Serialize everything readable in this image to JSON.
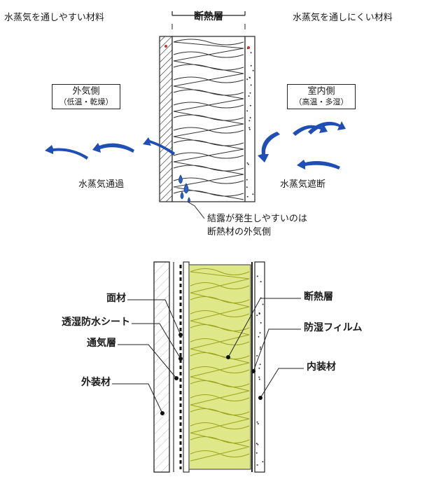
{
  "top": {
    "left_title": "水蒸気を通しやすい材料",
    "center_title": "断熱層",
    "right_title": "水蒸気を通しにくい材料"
  },
  "outside_box": {
    "title": "外気側",
    "subtitle": "（低温・乾燥）"
  },
  "inside_box": {
    "title": "室内側",
    "subtitle": "（高温・多湿）"
  },
  "vapor_pass_label": "水蒸気通過",
  "vapor_block_label": "水蒸気遮断",
  "condensation_note": {
    "line1": "結露が発生しやすいのは",
    "line2": "断熱材の外気側"
  },
  "lower_left_labels": [
    "面材",
    "透湿防水シート",
    "通気層",
    "外装材"
  ],
  "lower_right_labels": [
    "断熱層",
    "防湿フィルム",
    "内装材"
  ],
  "colors": {
    "ink": "#1a1a1a",
    "arrow_blue": "#1f4fb5",
    "insulation_fill": "#dfe889",
    "insulation_line": "#9aa41e"
  },
  "icons": [
    "vapor-arrow-icon",
    "water-droplet-icon"
  ]
}
